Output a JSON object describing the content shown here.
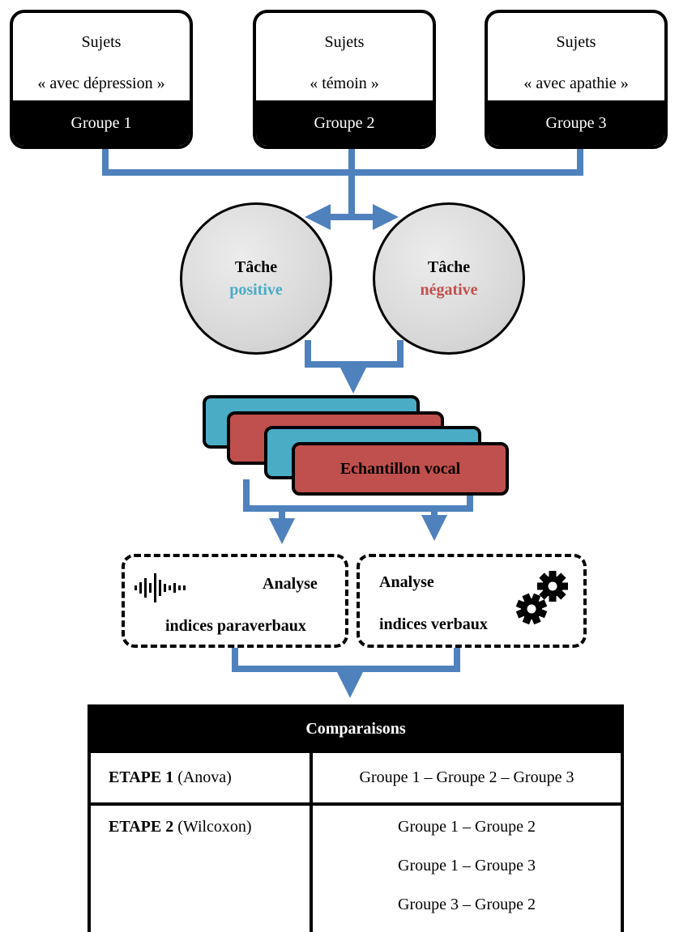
{
  "groups": [
    {
      "line1": "Sujets",
      "line2": "« avec dépression »",
      "label": "Groupe 1"
    },
    {
      "line1": "Sujets",
      "line2": "« témoin »",
      "label": "Groupe 2"
    },
    {
      "line1": "Sujets",
      "line2": "« avec apathie »",
      "label": "Groupe 3"
    }
  ],
  "tasks": {
    "positive": {
      "word": "Tâche",
      "valence": "positive",
      "valence_color": "#4bacc6"
    },
    "negative": {
      "word": "Tâche",
      "valence": "négative",
      "valence_color": "#c0504d"
    }
  },
  "sample": {
    "label": "Echantillon vocal"
  },
  "analysis": {
    "paraverbal": {
      "title": "Analyse",
      "subtitle": "indices paraverbaux",
      "icon": "sound-wave-icon"
    },
    "verbal": {
      "title": "Analyse",
      "subtitle": "indices verbaux",
      "icon": "gears-icon"
    }
  },
  "comparisons": {
    "header": "Comparaisons",
    "step1": {
      "label": "ETAPE 1",
      "method": " (Anova)",
      "comparison": "Groupe 1 – Groupe 2 – Groupe 3"
    },
    "step2": {
      "label": "ETAPE 2",
      "method": " (Wilcoxon)",
      "comparisons": [
        "Groupe 1 – Groupe 2",
        "Groupe 1 – Groupe 3",
        "Groupe 3 – Groupe 2"
      ]
    }
  },
  "colors": {
    "connector": "#4f81bd",
    "teal": "#4bacc6",
    "red": "#c0504d"
  }
}
